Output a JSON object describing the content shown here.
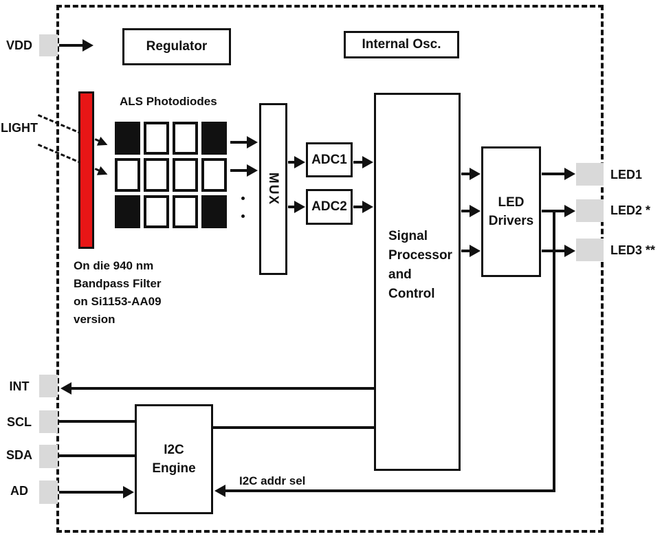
{
  "colors": {
    "line": "#111111",
    "pad_gray": "#d9d9d9",
    "filter_red": "#e81616",
    "background": "#ffffff"
  },
  "blocks": {
    "regulator": {
      "label": "Regulator"
    },
    "internal_osc": {
      "label": "Internal Osc."
    },
    "mux": {
      "label": "MUX"
    },
    "adc1": {
      "label": "ADC1"
    },
    "adc2": {
      "label": "ADC2"
    },
    "signal_processor": {
      "lines": [
        "Signal",
        "Processor",
        "and",
        "Control"
      ]
    },
    "led_drivers": {
      "lines": [
        "LED",
        "Drivers"
      ]
    },
    "i2c_engine": {
      "lines": [
        "I2C",
        "Engine"
      ]
    }
  },
  "pins": {
    "left": [
      {
        "name": "VDD",
        "label": "VDD"
      },
      {
        "name": "INT",
        "label": "INT"
      },
      {
        "name": "SCL",
        "label": "SCL"
      },
      {
        "name": "SDA",
        "label": "SDA"
      },
      {
        "name": "AD",
        "label": "AD"
      }
    ],
    "right": [
      {
        "name": "LED1",
        "label": "LED1"
      },
      {
        "name": "LED2",
        "label": "LED2 *"
      },
      {
        "name": "LED3",
        "label": "LED3 **"
      }
    ]
  },
  "annotations": {
    "light_label": "LIGHT",
    "als_photodiodes": "ALS Photodiodes",
    "filter_note_lines": [
      "On die 940 nm",
      "Bandpass Filter",
      "on Si1153-AA09",
      "version"
    ],
    "i2c_addr_sel": "I2C addr sel"
  },
  "photodiode_grid": {
    "rows": 3,
    "cols": 4,
    "pattern": [
      "BWWB",
      "WWWW",
      "BWWB"
    ]
  }
}
